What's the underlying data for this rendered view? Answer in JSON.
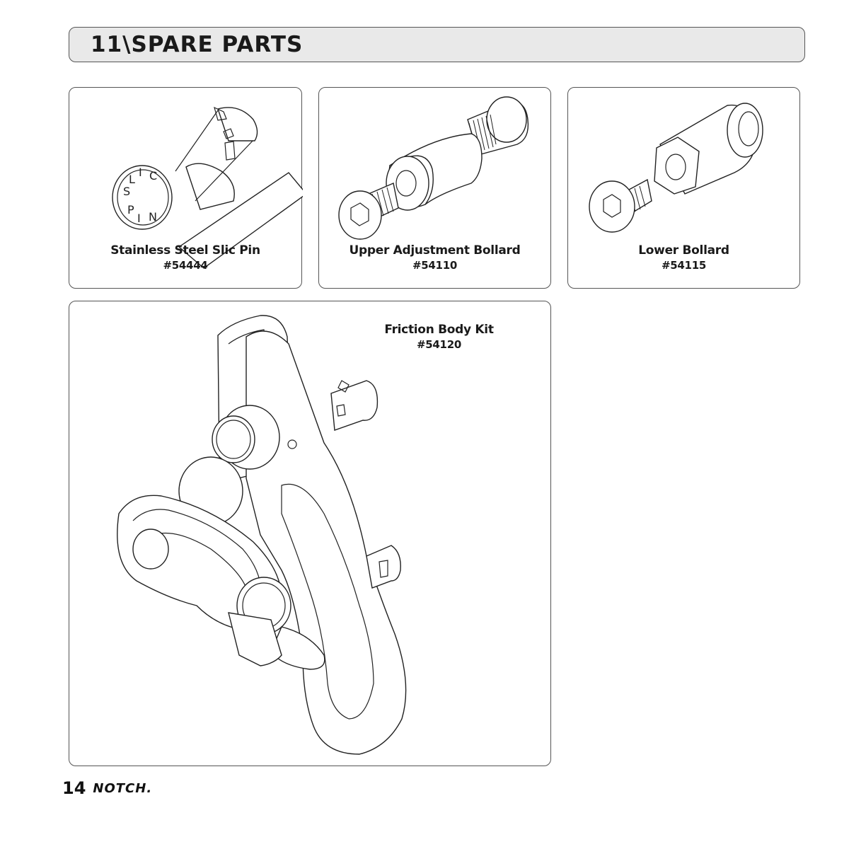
{
  "header": {
    "title": "11\\SPARE PARTS"
  },
  "parts": [
    {
      "name": "Stainless Steel Slic Pin",
      "number": "#54444",
      "engraving": [
        "S",
        "L",
        "I",
        "C",
        "P",
        "I",
        "N"
      ]
    },
    {
      "name": "Upper Adjustment Bollard",
      "number": "#54110"
    },
    {
      "name": "Lower Bollard",
      "number": "#54115"
    },
    {
      "name": "Friction Body Kit",
      "number": "#54120"
    }
  ],
  "footer": {
    "page_number": "14",
    "brand": "NOTCH."
  }
}
